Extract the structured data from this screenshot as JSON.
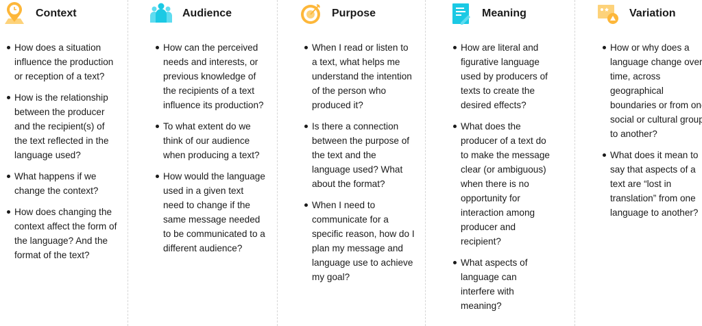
{
  "columns": [
    {
      "title": "Context",
      "icon": "location-clock-icon",
      "questions": [
        "How does a situation influence the production or reception of a text?",
        "How is the relationship between the producer and the recipient(s) of the text reflected in the language used?",
        "What happens if we change the context?",
        "How does changing the context affect the form of the language? And the format of the text?"
      ]
    },
    {
      "title": "Audience",
      "icon": "people-icon",
      "questions": [
        "How can the perceived needs and interests, or previous knowledge of the recipients of a text influence its production?",
        " To what extent do we think of our audience when producing a text?",
        "How would the language used in a given text need to change if the same message needed to be communicated to a different audience?"
      ]
    },
    {
      "title": "Purpose",
      "icon": "target-icon",
      "questions": [
        "When I read or listen to a text, what helps me understand the intention of the person who produced it?",
        "Is there a connection between the purpose of the text and the language used? What about the format?",
        "When I need to communicate for a specific reason, how do I plan my message and language use to achieve my goal?"
      ]
    },
    {
      "title": "Meaning",
      "icon": "document-pencil-icon",
      "questions": [
        "How are literal and figurative language used by producers of texts to create the desired effects?",
        "What does the producer of a text do to make the message clear (or ambiguous) when there is no opportunity for interaction among producer and recipient?",
        "What aspects of language can interfere with meaning?"
      ]
    },
    {
      "title": "Variation",
      "icon": "chat-bubbles-icon",
      "questions": [
        "How or why does a language change over time, across geographical boundaries or from one social or cultural group to another?",
        "What does it mean to say that aspects of a text are “lost in translation” from one language to another?"
      ]
    }
  ],
  "colors": {
    "orange": "#FDB73A",
    "cyan": "#1BC9E4",
    "text": "#1a1a1a"
  }
}
